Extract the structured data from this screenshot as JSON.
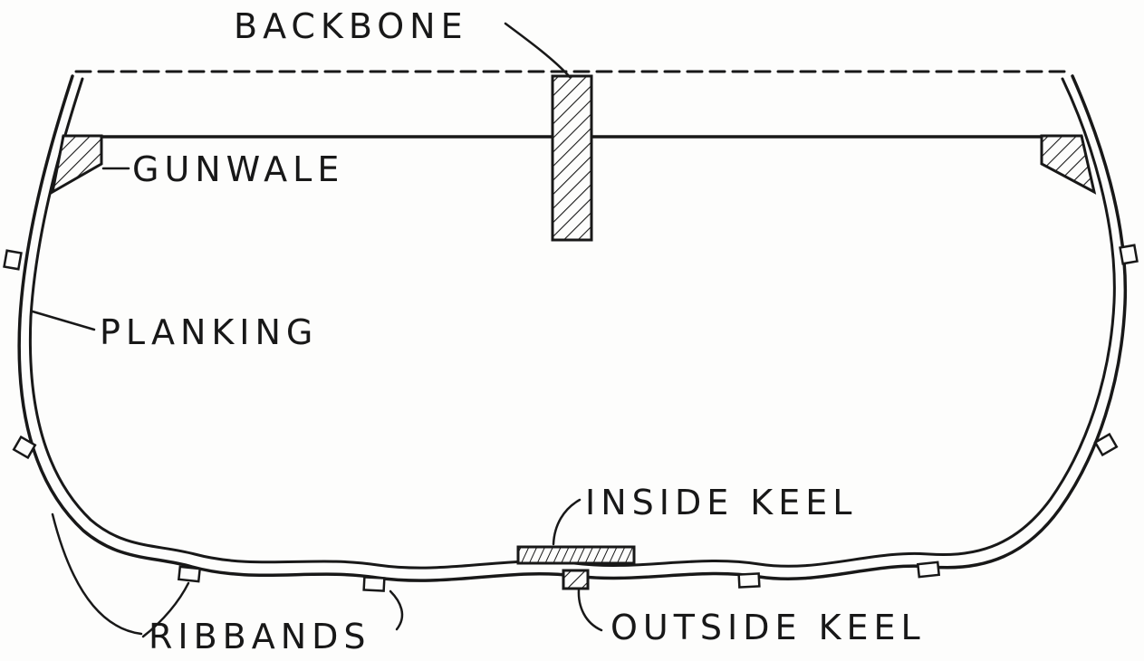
{
  "diagram": {
    "labels": {
      "backbone": "BACKBONE",
      "gunwale": "GUNWALE",
      "planking": "PLANKING",
      "inside_keel": "INSIDE KEEL",
      "outside_keel": "OUTSIDE KEEL",
      "ribbands": "RIBBANDS"
    },
    "colors": {
      "ink": "#181818",
      "background": "#fdfdfc"
    }
  }
}
